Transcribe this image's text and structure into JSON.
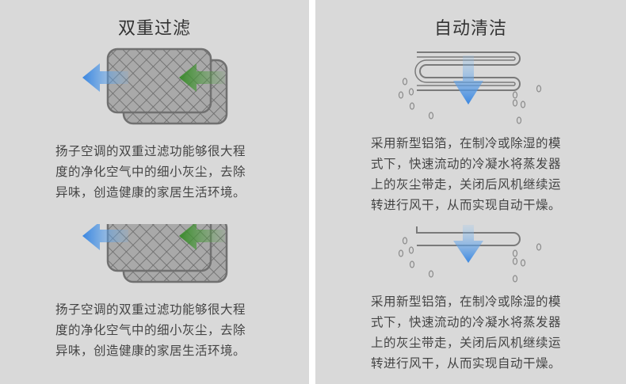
{
  "left_panel": {
    "title": "双重过滤",
    "paragraph_1": "扬子空调的双重过滤功能够很大程\n度的净化空气中的细小灰尘，去除\n异味，创造健康的家居生活环境。",
    "paragraph_2": "扬子空调的双重过滤功能够很大程\n度的净化空气中的细小灰尘，去除\n异味，创造健康的家居生活环境。"
  },
  "right_panel": {
    "title": "自动清洁",
    "paragraph_1": "采用新型铝箔，在制冷或除湿的模\n式下，快速流动的冷凝水将蒸发器\n上的灰尘带走，关闭后风机继续运\n转进行风干，从而实现自动干燥。",
    "paragraph_2": "采用新型铝箔，在制冷或除湿的模\n式下，快速流动的冷凝水将蒸发器\n上的灰尘带走，关闭后风机继续运\n转进行风干，从而实现自动干燥。"
  },
  "colors": {
    "panel_bg": "#d9d9d9",
    "blue_arrow": "#3d8fe0",
    "green_arrow": "#3a8a2c",
    "filter_fill": "#a8a8a8",
    "filter_stroke": "#6f6f6f"
  },
  "icons": [
    "double-filter-icon",
    "blue-arrow-icon",
    "green-arrow-icon",
    "evaporator-coil-icon",
    "water-bubbles-icon",
    "down-arrow-icon"
  ]
}
